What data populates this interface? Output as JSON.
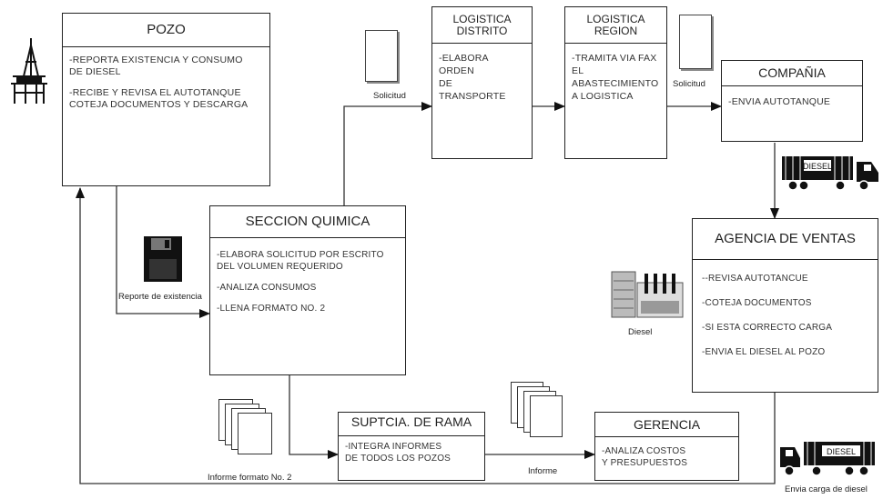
{
  "boxes": {
    "pozo": {
      "title": "POZO",
      "lines": [
        "-REPORTA EXISTENCIA Y CONSUMO",
        "DE DIESEL",
        "",
        "-RECIBE Y REVISA EL AUTOTANQUE",
        "COTEJA DOCUMENTOS Y  DESCARGA"
      ]
    },
    "log_distrito": {
      "title_1": "LOGISTICA",
      "title_2": "DISTRITO",
      "lines": [
        "-ELABORA ORDEN",
        "DE",
        "TRANSPORTE"
      ]
    },
    "log_region": {
      "title_1": "LOGISTICA",
      "title_2": "REGION",
      "lines": [
        "-TRAMITA VIA FAX",
        "EL",
        "ABASTECIMIENTO",
        "A LOGISTICA"
      ]
    },
    "compania": {
      "title": "COMPAÑIA",
      "lines": [
        "-ENVIA AUTOTANQUE"
      ]
    },
    "seccion_quimica": {
      "title": "SECCION QUIMICA",
      "lines": [
        "-ELABORA SOLICITUD POR ESCRITO",
        "DEL VOLUMEN REQUERIDO",
        "",
        "-ANALIZA CONSUMOS",
        "",
        "-LLENA FORMATO No. 2"
      ]
    },
    "agencia": {
      "title": "AGENCIA DE VENTAS",
      "lines": [
        "--REVISA AUTOTANCUE",
        "",
        "-COTEJA DOCUMENTOS",
        "",
        "-SI ESTA CORRECTO CARGA",
        "",
        "-ENVIA EL DIESEL AL POZO"
      ]
    },
    "suptcia": {
      "title": "SUPTCIA. DE RAMA",
      "lines": [
        "-INTEGRA INFORMES",
        "DE TODOS LOS POZOS"
      ]
    },
    "gerencia": {
      "title": "GERENCIA",
      "lines": [
        "-ANALIZA COSTOS",
        "Y PRESUPUESTOS"
      ]
    }
  },
  "captions": {
    "solicitud_1": "Solicitud",
    "solicitud_2": "Solicitud",
    "reporte": "Reporte de existencia",
    "diesel": "Diesel",
    "informe_formato": "Informe formato No. 2",
    "informe": "Informe",
    "envia_carga": "Envia carga de diesel"
  },
  "icons": {
    "truck_label": "DIESEL",
    "truck_bottom_label": "DIESEL"
  }
}
